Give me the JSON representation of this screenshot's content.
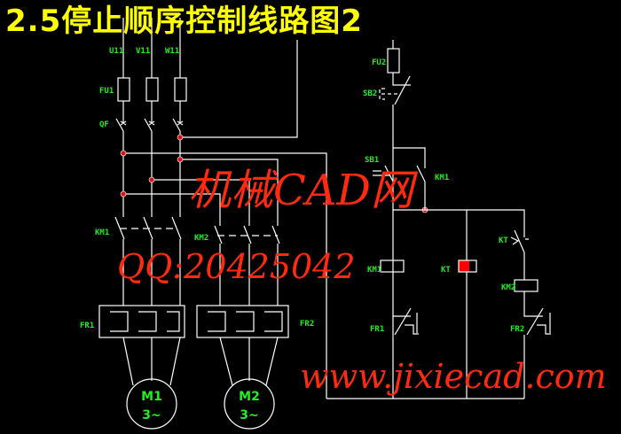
{
  "title": "2.5停止顺序控制线路图2",
  "labels": {
    "u11": "U11",
    "v11": "V11",
    "w11": "W11",
    "fu1": "FU1",
    "qf": "QF",
    "km1": "KM1",
    "km2": "KM2",
    "fr1": "FR1",
    "fr2": "FR2",
    "m1": "M1",
    "m2": "M2",
    "m1_phase": "3~",
    "m2_phase": "3~",
    "fu2": "FU2",
    "sb2": "SB2",
    "sb1": "SB1",
    "km1_aux": "KM1",
    "km1_coil": "KM1",
    "kt_coil": "KT",
    "kt_contact": "KT",
    "km2_coil": "KM2",
    "fr1_contact": "FR1",
    "fr2_contact": "FR2"
  },
  "watermark": {
    "line1": "机械CAD网",
    "line2": "www.jixiecad.com",
    "line3": "QQ:20425042"
  },
  "colors": {
    "wire": "#ffffff",
    "label": "#22ee22",
    "title": "#ffff00",
    "node": "#e01010",
    "watermark": "#ff2a10"
  }
}
